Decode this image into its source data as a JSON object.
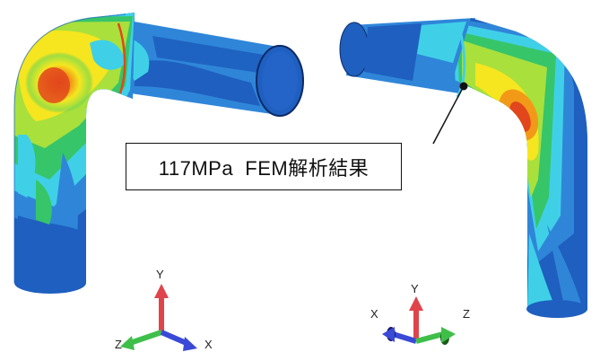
{
  "callout": {
    "text": "117MPa  FEM解析結果"
  },
  "left_triad": {
    "y": "Y",
    "z": "Z",
    "x": "X"
  },
  "right_triad": {
    "x": "X",
    "y": "Y",
    "z": "Z"
  },
  "colors": {
    "contour_dark_blue": "#1e5fbf",
    "contour_blue": "#2f86d9",
    "contour_cyan": "#3fd0e8",
    "contour_green": "#37c56a",
    "contour_lime": "#a9e03c",
    "contour_yellow": "#f5e620",
    "contour_orange": "#f29a18",
    "contour_red": "#e2461c",
    "axis_y": "#e0444b",
    "axis_x": "#3a49d6",
    "axis_z": "#3fbf4a"
  }
}
